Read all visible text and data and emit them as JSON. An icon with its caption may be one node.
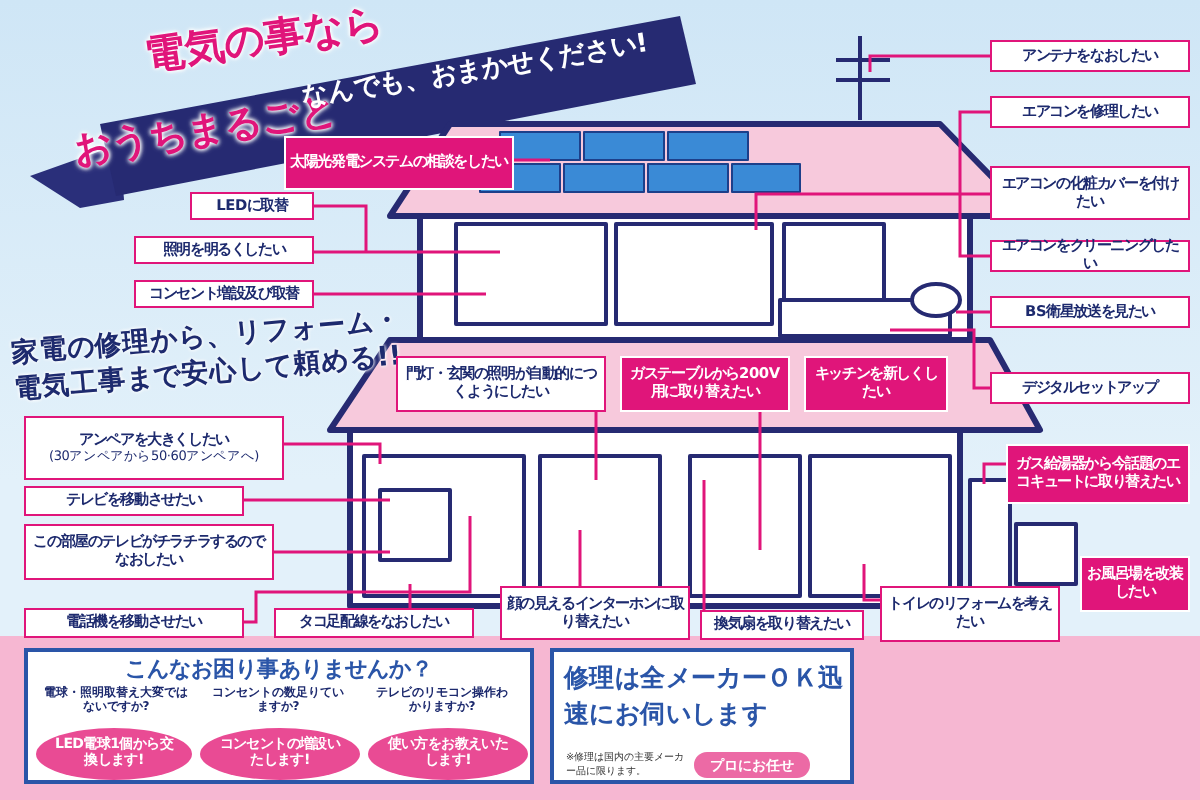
{
  "diagram": {
    "nodes": [
      {
        "text": [
          "太陽光発電システムの相談をしたい"
        ]
      },
      {
        "text": [
          "LEDに取替"
        ]
      },
      {
        "text": [
          "照明を明るくしたい"
        ]
      },
      {
        "text": [
          "コンセント増設及び取替"
        ]
      },
      {
        "text": [
          "アンテナをなおしたい"
        ]
      },
      {
        "text": [
          "エアコンを修理したい"
        ]
      },
      {
        "text": [
          "エアコンの化粧カバーを付けたい"
        ]
      },
      {
        "text": [
          "エアコンをクリーニングしたい"
        ]
      },
      {
        "text": [
          "BS衛星放送を見たい"
        ]
      },
      {
        "text": [
          "デジタルセットアップ"
        ]
      },
      {
        "text": [
          "門灯・玄関の照明が自動的につくようにしたい"
        ]
      },
      {
        "text": [
          "ガステーブルから200V用に取り替えたい"
        ]
      },
      {
        "text": [
          "キッチンを新しくしたい"
        ]
      },
      {
        "text": [
          "ガス給湯器から今話題のエコキュートに取り替えたい"
        ]
      },
      {
        "text": [
          "アンペアを大きくしたい",
          "(30アンペアから50·60アンペアへ)"
        ]
      },
      {
        "text": [
          "テレビを移動させたい"
        ]
      },
      {
        "text": [
          "この部屋のテレビがチラチラするのでなおしたい"
        ]
      },
      {
        "text": [
          "電話機を移動させたい"
        ]
      },
      {
        "text": [
          "タコ足配線をなおしたい"
        ]
      },
      {
        "text": [
          "顔の見えるインターホンに取り替えたい"
        ]
      },
      {
        "text": [
          "換気扇を取り替えたい"
        ]
      },
      {
        "text": [
          "トイレのリフォームを考えたい"
        ]
      },
      {
        "text": [
          "お風呂場を改装したい"
        ]
      },
      {
        "text": [
          "こんなお困り事ありませんか？"
        ]
      },
      {
        "text": [
          "LED電球1個から交換します!"
        ],
        "in": 23,
        "beside": [
          "電球・照明取替え大変ではないですか?"
        ]
      },
      {
        "text": [
          "コンセントの増設いたします!"
        ],
        "in": 23,
        "beside": [
          "コンセントの数足りていますか?"
        ]
      },
      {
        "text": [
          "使い方をお教えいたします!"
        ],
        "in": 23,
        "beside": [
          "テレビのリモコン操作わかりますか?"
        ]
      },
      {
        "text": [
          "修理は全メーカーＯＫ迅速にお伺いします",
          "※修理は国内の主要メーカー品に限ります。"
        ]
      },
      {
        "text": [
          "プロにお任せ"
        ],
        "in": 27
      }
    ],
    "edges": [
      {
        "from": 0,
        "to": null,
        "arrow": "none"
      },
      {
        "from": 1,
        "to": null,
        "arrow": "none"
      },
      {
        "from": 2,
        "to": null,
        "arrow": "none"
      },
      {
        "from": 3,
        "to": null,
        "arrow": "none"
      },
      {
        "from": 4,
        "to": null,
        "arrow": "none"
      },
      {
        "from": 5,
        "to": null,
        "arrow": "none"
      },
      {
        "from": 6,
        "to": null,
        "arrow": "none"
      },
      {
        "from": 7,
        "to": null,
        "arrow": "none"
      },
      {
        "from": 8,
        "to": null,
        "arrow": "none"
      },
      {
        "from": 9,
        "to": null,
        "arrow": "none"
      },
      {
        "from": 10,
        "to": null,
        "arrow": "none"
      },
      {
        "from": 11,
        "to": null,
        "arrow": "none"
      },
      {
        "from": 13,
        "to": null,
        "arrow": "none"
      },
      {
        "from": 14,
        "to": null,
        "arrow": "none"
      },
      {
        "from": 15,
        "to": null,
        "arrow": "none"
      },
      {
        "from": 16,
        "to": null,
        "arrow": "none"
      },
      {
        "from": 17,
        "to": null,
        "arrow": "none"
      },
      {
        "from": 18,
        "to": null,
        "arrow": "none"
      },
      {
        "from": 19,
        "to": null,
        "arrow": "none"
      },
      {
        "from": 20,
        "to": null,
        "arrow": "none"
      },
      {
        "from": 21,
        "to": null,
        "arrow": "none"
      }
    ],
    "labels": [
      "電気の事なら",
      "おうちまるごと",
      "なんでも、おまかせください!",
      "家電の修理から、リフォーム・電気工事まで安心して頼める!!"
    ]
  }
}
